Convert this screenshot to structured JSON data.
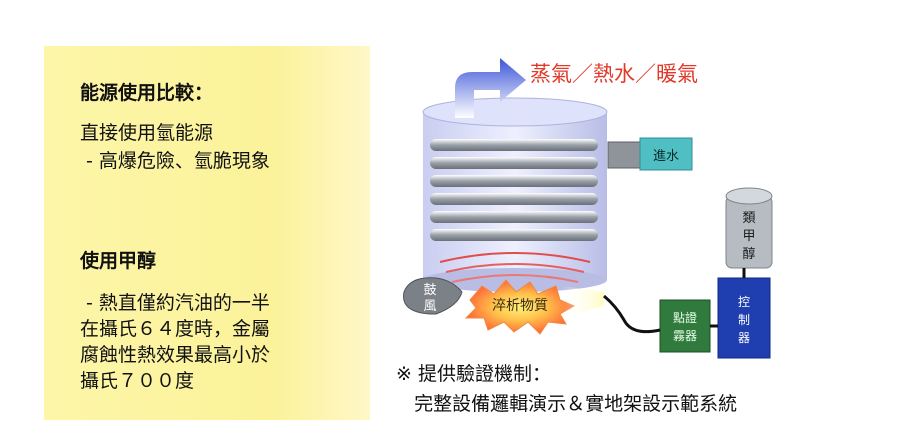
{
  "left": {
    "section1_title": "能源使用比較：",
    "section1_line1": "直接使用氫能源",
    "section1_line2": " - 高爆危險、氫脆現象",
    "section2_title": "使用甲醇",
    "section2_line1": " - 熱直僅約汽油的一半",
    "section2_line2": "在攝氏６４度時，金屬",
    "section2_line3": "腐蝕性熱效果最高小於",
    "section2_line4": "攝氏７００度"
  },
  "diagram": {
    "outputs": "蒸氣／熱水／暖氣",
    "water_inlet": "進水",
    "fuel_tank_line1": "類",
    "fuel_tank_line2": "甲",
    "fuel_tank_line3": "醇",
    "blower_line1": "鼓",
    "blower_line2": "風",
    "reaction_label": "淬析物質",
    "igniter_line1": "點證",
    "igniter_line2": "霧器",
    "controller_line1": "控",
    "controller_line2": "制",
    "controller_line3": "器"
  },
  "note": {
    "line1": "※ 提供驗證機制：",
    "line2": "   完整設備邏輯演示＆實地架設示範系統"
  }
}
